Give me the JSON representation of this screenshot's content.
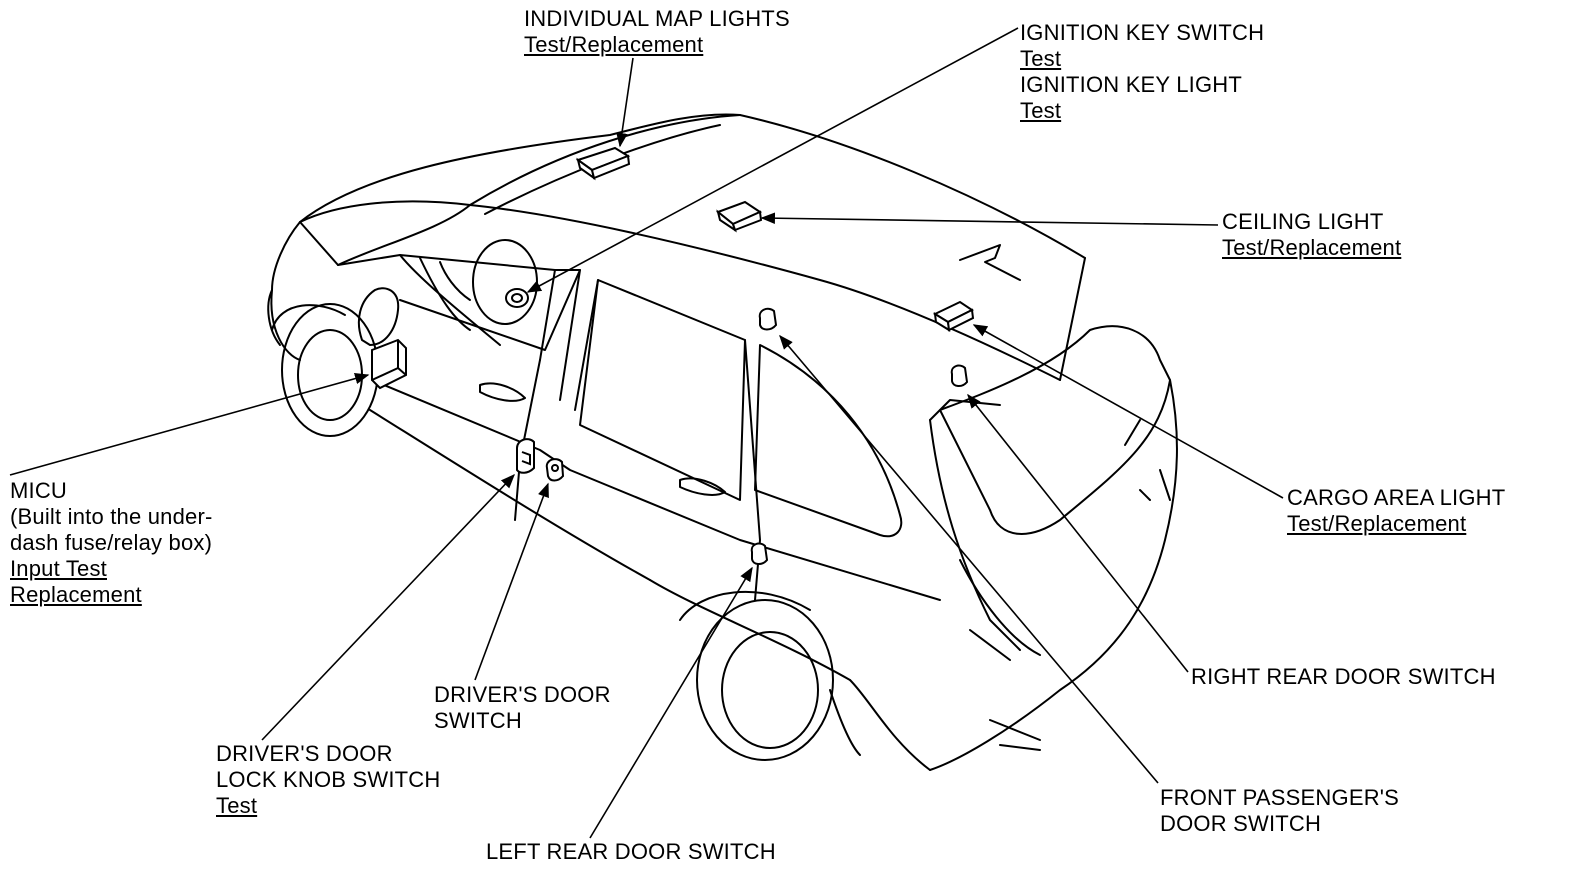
{
  "callouts": {
    "map_lights": {
      "title": "INDIVIDUAL MAP LIGHTS",
      "link": "Test/Replacement"
    },
    "ignition": {
      "title": "IGNITION KEY SWITCH",
      "link": "Test",
      "title2": "IGNITION KEY LIGHT",
      "link2": "Test"
    },
    "ceiling": {
      "title": "CEILING LIGHT",
      "link": "Test/Replacement"
    },
    "cargo": {
      "title": "CARGO AREA LIGHT",
      "link": "Test/Replacement"
    },
    "micu": {
      "line1": "MICU",
      "line2": "(Built into the under-",
      "line3": "dash fuse/relay box)",
      "link1": "Input Test",
      "link2": "Replacement"
    },
    "drivers_door": {
      "line1": "DRIVER'S DOOR",
      "line2": "SWITCH"
    },
    "lock_knob": {
      "line1": "DRIVER'S DOOR",
      "line2": "LOCK KNOB SWITCH",
      "link": "Test"
    },
    "left_rear": {
      "title": "LEFT REAR DOOR SWITCH"
    },
    "right_rear": {
      "title": "RIGHT REAR DOOR SWITCH"
    },
    "front_passenger": {
      "line1": "FRONT PASSENGER'S",
      "line2": "DOOR SWITCH"
    }
  },
  "colors": {
    "line": "#000000",
    "background": "#ffffff"
  }
}
